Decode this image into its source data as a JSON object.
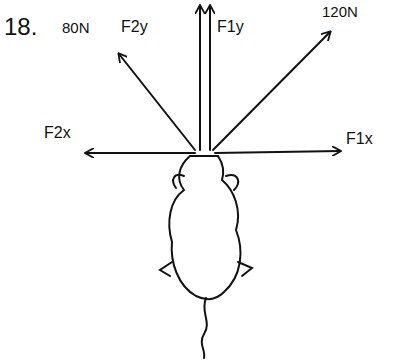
{
  "diagram": {
    "labels": [
      "18.",
      "80N",
      "F2y",
      "F1y",
      "120N",
      "F2x",
      "F1x"
    ]
  }
}
